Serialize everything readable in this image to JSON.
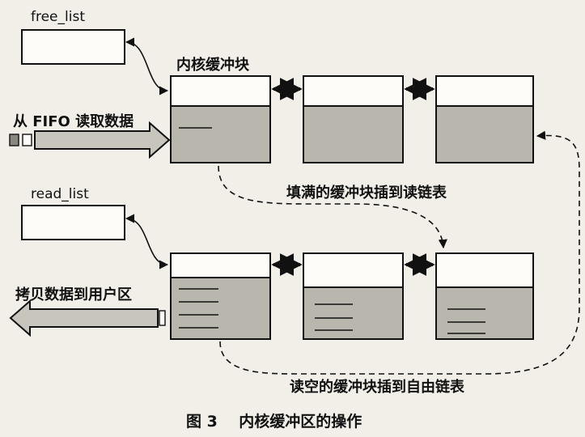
{
  "labels": {
    "free_list": "free_list",
    "read_list": "read_list",
    "kernel_buffer": "内核缓冲块",
    "read_from_fifo": "从 FIFO 读取数据",
    "full_to_read_list": "填满的缓冲块插到读链表",
    "copy_to_user": "拷贝数据到用户区",
    "empty_to_free_list": "读空的缓冲块插到自由链表",
    "caption": "图 3    内核缓冲区的操作"
  },
  "colors": {
    "background": "#f1efe8",
    "block_fill": "#b9b6ae",
    "block_top": "#fdfcf8",
    "stroke": "#111111"
  }
}
